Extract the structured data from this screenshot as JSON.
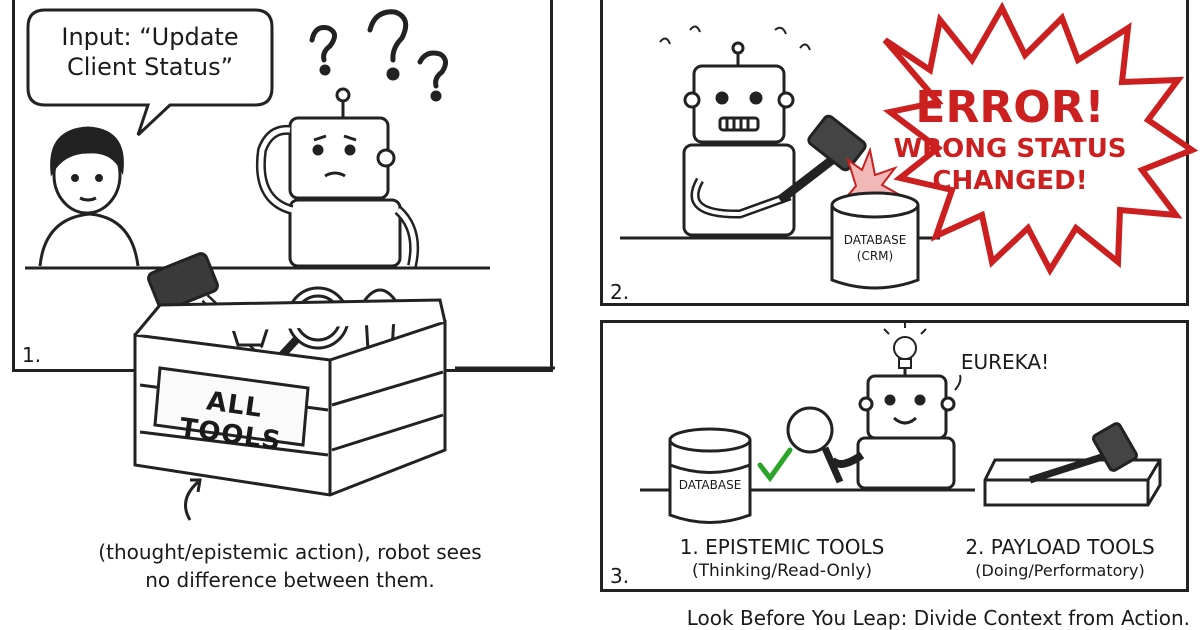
{
  "panel1": {
    "number": "1.",
    "speech": [
      "Input: “Update",
      "Client Status”"
    ],
    "crate_label": "ALL TOOLS",
    "caption": [
      "(thought/epistemic action), robot sees",
      "no difference between them."
    ]
  },
  "panel2": {
    "number": "2.",
    "error_title": "ERROR!",
    "error_lines": [
      "WRONG STATUS",
      "CHANGED!"
    ],
    "database_label": [
      "DATABASE",
      "(CRM)"
    ]
  },
  "panel3": {
    "number": "3.",
    "exclaim": "EUREKA!",
    "database_label": "DATABASE",
    "epistemic_title": "1. EPISTEMIC TOOLS",
    "epistemic_sub": "(Thinking/Read-Only)",
    "payload_title": "2. PAYLOAD TOOLS",
    "payload_sub": "(Doing/Performatory)"
  },
  "footer": "Look Before You Leap: Divide Context from Action.",
  "colors": {
    "error_red": "#cc1f1f",
    "check_green": "#2aa52a",
    "ink": "#1a1a1a"
  }
}
